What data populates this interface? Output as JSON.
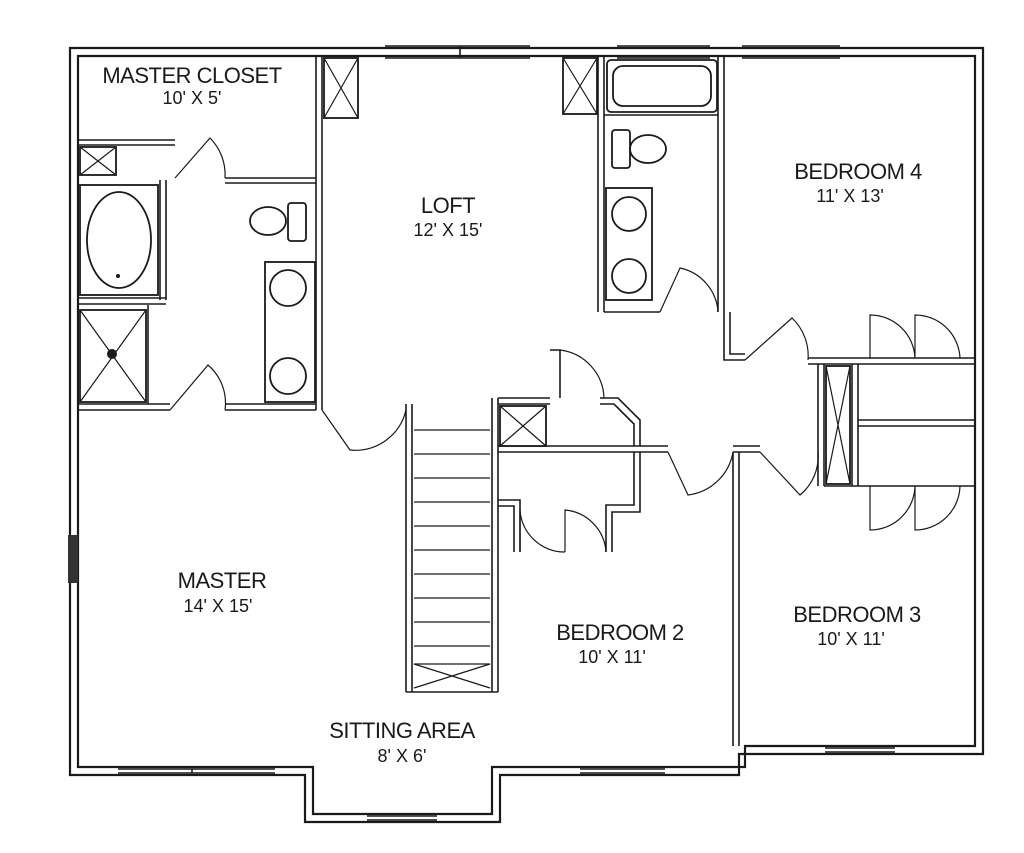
{
  "rooms": {
    "master_closet": {
      "name": "MASTER CLOSET",
      "size": "10' X 5'"
    },
    "loft": {
      "name": "LOFT",
      "size": "12' X 15'"
    },
    "bedroom4": {
      "name": "BEDROOM 4",
      "size": "11' X 13'"
    },
    "master": {
      "name": "MASTER",
      "size": "14' X 15'"
    },
    "bedroom2": {
      "name": "BEDROOM 2",
      "size": "10' X 11'"
    },
    "bedroom3": {
      "name": "BEDROOM 3",
      "size": "10' X 11'"
    },
    "sitting_area": {
      "name": "SITTING AREA",
      "size": "8' X 6'"
    }
  },
  "colors": {
    "line": "#1a1a1a",
    "background": "#ffffff"
  }
}
